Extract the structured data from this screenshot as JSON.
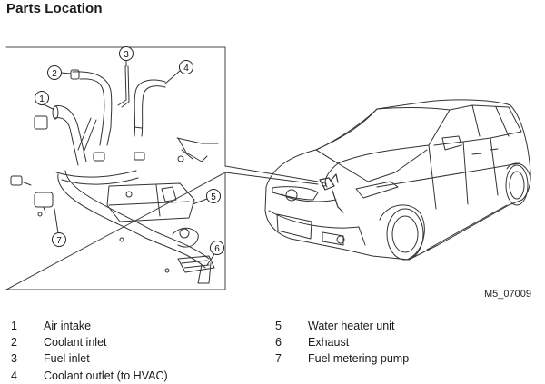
{
  "title": "Parts Location",
  "figure_code": "M5_07009",
  "callouts": [
    "1",
    "2",
    "3",
    "4",
    "5",
    "6",
    "7"
  ],
  "legend": [
    {
      "num": "1",
      "label": "Air intake"
    },
    {
      "num": "2",
      "label": "Coolant inlet"
    },
    {
      "num": "3",
      "label": "Fuel inlet"
    },
    {
      "num": "4",
      "label": "Coolant outlet (to HVAC)"
    },
    {
      "num": "5",
      "label": "Water heater unit"
    },
    {
      "num": "6",
      "label": "Exhaust"
    },
    {
      "num": "7",
      "label": "Fuel metering pump"
    }
  ],
  "colors": {
    "line": "#333333",
    "background": "#ffffff"
  }
}
